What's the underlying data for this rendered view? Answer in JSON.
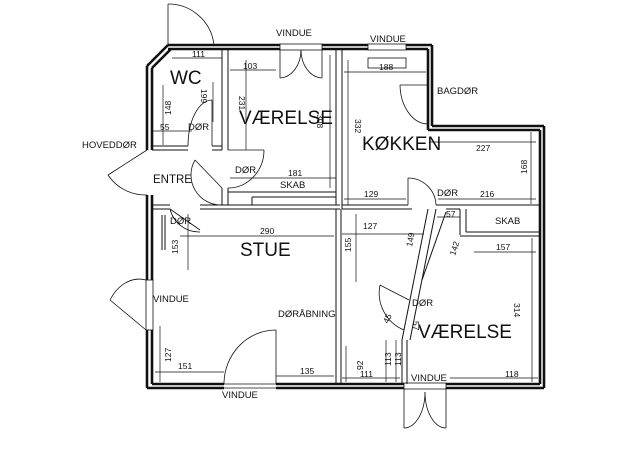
{
  "rooms": {
    "wc": "WC",
    "vaerelse_top": "VÆRELSE",
    "kokken": "KØKKEN",
    "entre": "ENTRE",
    "stue": "STUE",
    "vaerelse_bottom": "VÆRELSE"
  },
  "labels": {
    "vindue_top_left": "VINDUE",
    "vindue_top_right": "VINDUE",
    "bagdor": "BAGDØR",
    "hoveddor": "HOVEDDØR",
    "dor_wc": "DØR",
    "dor_vaerelse": "DØR",
    "skab_vaerelse": "SKAB",
    "dor_kokken": "DØR",
    "skab_kokken": "SKAB",
    "dor_stue": "DØR",
    "vindue_stue_left": "VINDUE",
    "doraabning": "DØRÅBNING",
    "vindue_bottom_left": "VINDUE",
    "dor_vaerelse_bottom": "DØR",
    "vindue_bottom_right": "VINDUE"
  },
  "dimensions": {
    "d111_top": "111",
    "d103": "103",
    "d188": "188",
    "d199": "199",
    "d148": "148",
    "d55": "55",
    "d231": "231",
    "d308": "308",
    "d332": "332",
    "d227": "227",
    "d168": "168",
    "d181": "181",
    "d129": "129",
    "d216": "216",
    "d290": "290",
    "d127_hall": "127",
    "d57_top": "57",
    "d153": "153",
    "d155": "155",
    "d149": "149",
    "d142": "142",
    "d157": "157",
    "d314": "314",
    "d45": "45",
    "d57_bottom": "57",
    "d127_stue": "127",
    "d151": "151",
    "d135": "135",
    "d92": "92",
    "d111_bottom": "111",
    "d113_a": "113",
    "d113_b": "113",
    "d118": "118"
  }
}
